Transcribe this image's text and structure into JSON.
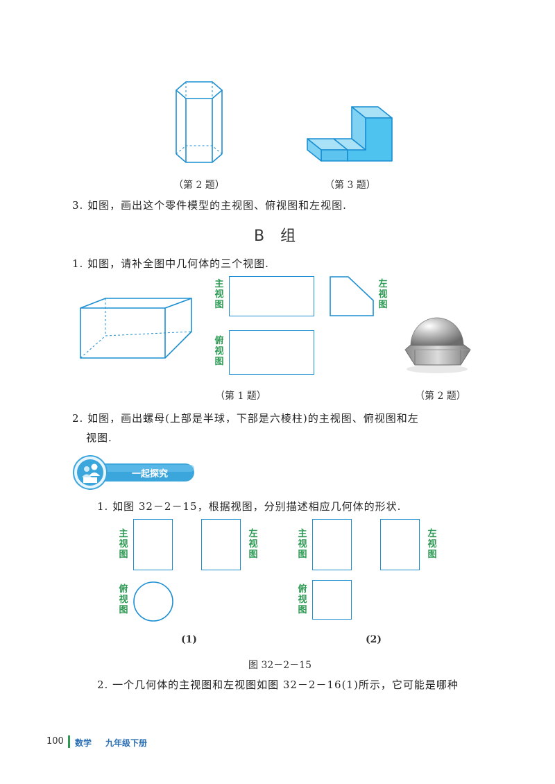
{
  "top": {
    "caption_q2": "（第 2 题）",
    "caption_q3": "（第 3 题）",
    "q3_text": "3. 如图，画出这个零件模型的主视图、俯视图和左视图."
  },
  "group_b": {
    "title": "B 组",
    "q1_text": "1. 如图，请补全图中几何体的三个视图.",
    "labels": {
      "front": "主视图",
      "left": "左视图",
      "top": "俯视图"
    },
    "caption_q1": "（第 1 题）",
    "caption_q2": "（第 2 题）",
    "q2_line1": "2. 如图，画出螺母(上部是半球，下部是六棱柱)的主视图、俯视图和左",
    "q2_line2": "视图."
  },
  "explore": {
    "banner_label": "一起探究",
    "q1_text": "1. 如图 32－2－15，根据视图，分别描述相应几何体的形状.",
    "labels": {
      "front": "主视图",
      "left": "左视图",
      "top": "俯视图"
    },
    "sub1": "(1)",
    "sub2": "(2)",
    "figure_caption": "图 32－2－15",
    "q2_text": "2. 一个几何体的主视图和左视图如图 32－2－16(1)所示，它可能是哪种"
  },
  "footer": {
    "page_number": "100",
    "subject": "数学",
    "book": "九年级下册"
  },
  "colors": {
    "line_blue": "#1a8ed1",
    "fill_blue": "#4fc3f0",
    "label_green": "#2d9a54",
    "banner_blue": "#3aa6dc"
  }
}
